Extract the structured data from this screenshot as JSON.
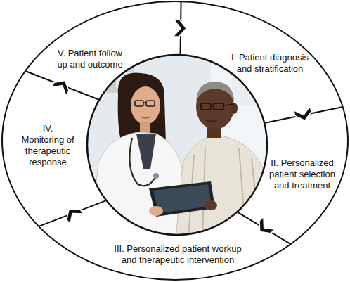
{
  "diagram": {
    "nodes": [
      {
        "text": [
          "I. Patient diagnosis and stratification"
        ]
      },
      {
        "text": [
          "II. Personalized patient selection and treatment"
        ]
      },
      {
        "text": [
          "III. Personalized patient workup and therapeutic intervention"
        ]
      },
      {
        "text": [
          "IV. Monitoring of therapeutic response"
        ]
      },
      {
        "text": [
          "V. Patient follow up and outcome"
        ]
      }
    ],
    "edges": [
      {
        "from": 0,
        "to": 1,
        "arrow": "to"
      },
      {
        "from": 1,
        "to": 2,
        "arrow": "to"
      },
      {
        "from": 2,
        "to": 3,
        "arrow": "to"
      },
      {
        "from": 3,
        "to": 4,
        "arrow": "to"
      },
      {
        "from": 4,
        "to": 0,
        "arrow": "to"
      }
    ]
  }
}
